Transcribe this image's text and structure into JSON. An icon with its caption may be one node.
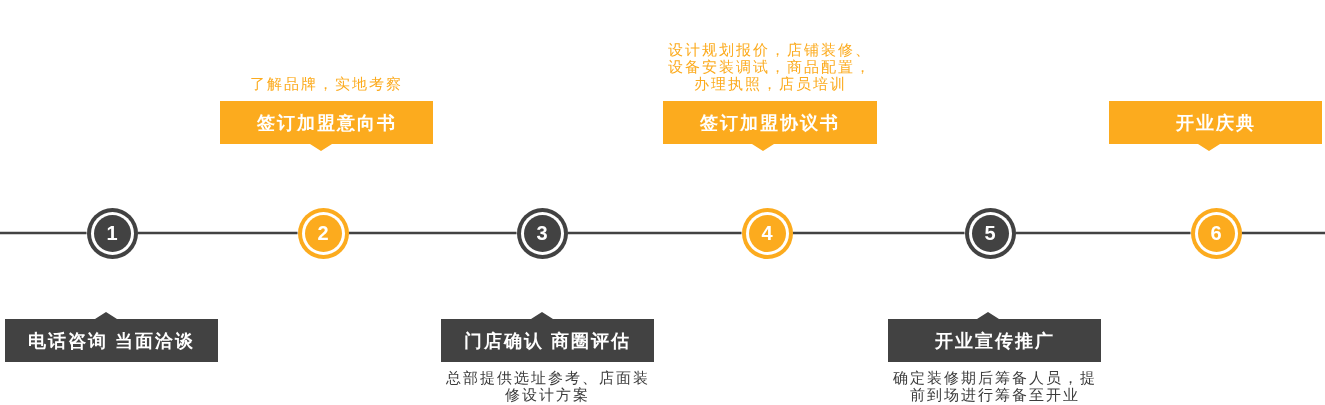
{
  "diagram": {
    "nodes": [
      {
        "text": [
          "1"
        ]
      },
      {
        "text": [
          "2"
        ]
      },
      {
        "text": [
          "3"
        ]
      },
      {
        "text": [
          "4"
        ]
      },
      {
        "text": [
          "5"
        ]
      },
      {
        "text": [
          "6"
        ]
      },
      {
        "text": [
          "电话咨询 当面洽谈"
        ]
      },
      {
        "text": [
          "签订加盟意向书"
        ],
        "beside": [
          "了解品牌，实地考察"
        ]
      },
      {
        "text": [
          "门店确认 商圈评估"
        ],
        "beside": [
          "总部提供选址参考、店面装修设计方案"
        ]
      },
      {
        "text": [
          "签订加盟协议书"
        ],
        "beside": [
          "设计规划报价，店铺装修、设备安装调试，商品配置，办理执照，店员培训"
        ]
      },
      {
        "text": [
          "开业宣传推广"
        ],
        "beside": [
          "确定装修期后筹备人员，提前到场进行筹备至开业"
        ]
      },
      {
        "text": [
          "开业庆典"
        ]
      }
    ],
    "edges": [
      {
        "from": null,
        "to": 0,
        "arrow": "none"
      },
      {
        "from": 0,
        "to": 1,
        "arrow": "none"
      },
      {
        "from": 1,
        "to": 2,
        "arrow": "none"
      },
      {
        "from": 2,
        "to": 3,
        "arrow": "none"
      },
      {
        "from": 3,
        "to": 4,
        "arrow": "none"
      },
      {
        "from": 4,
        "to": 5,
        "arrow": "none"
      },
      {
        "from": 5,
        "to": null,
        "arrow": "none"
      }
    ]
  }
}
